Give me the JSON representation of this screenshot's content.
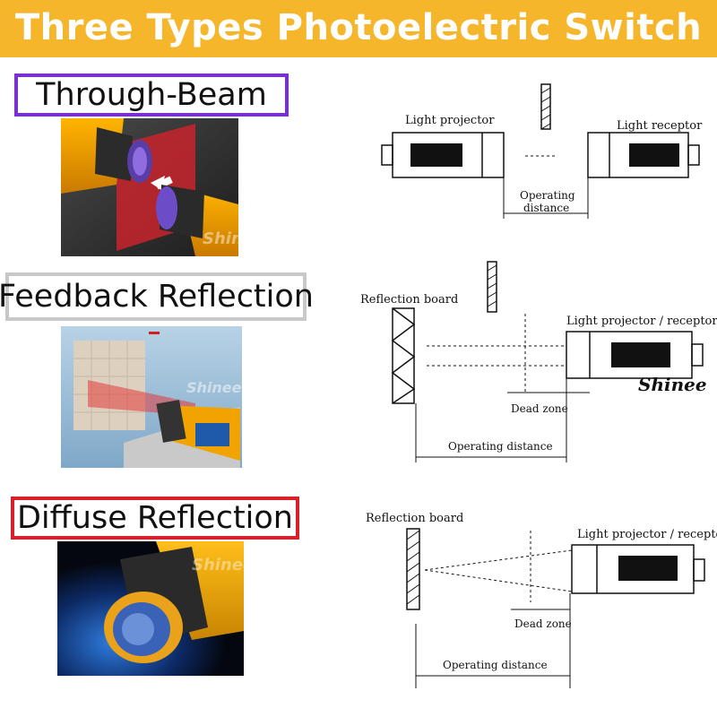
{
  "banner": {
    "title": "Three Types Photoelectric Switch",
    "color": "#f5b62c"
  },
  "sections": [
    {
      "label": "Through-Beam",
      "border_color": "#7a2fd0"
    },
    {
      "label": "Feedback Reflection",
      "border_color": "#c8c8c8"
    },
    {
      "label": "Diffuse Reflection",
      "border_color": "#d9202a"
    }
  ],
  "diagrams": {
    "through_beam": {
      "projector": "Light projector",
      "receptor": "Light receptor",
      "distance_line1": "Operating",
      "distance_line2": "distance"
    },
    "feedback": {
      "board": "Reflection board",
      "unit": "Light projector / receptor",
      "dead_zone": "Dead zone",
      "distance": "Operating distance"
    },
    "diffuse": {
      "board": "Reflection  board",
      "unit": "Light projector / receptor",
      "dead_zone": "Dead zone",
      "distance": "Operating distance"
    }
  },
  "watermark": "Shinee"
}
